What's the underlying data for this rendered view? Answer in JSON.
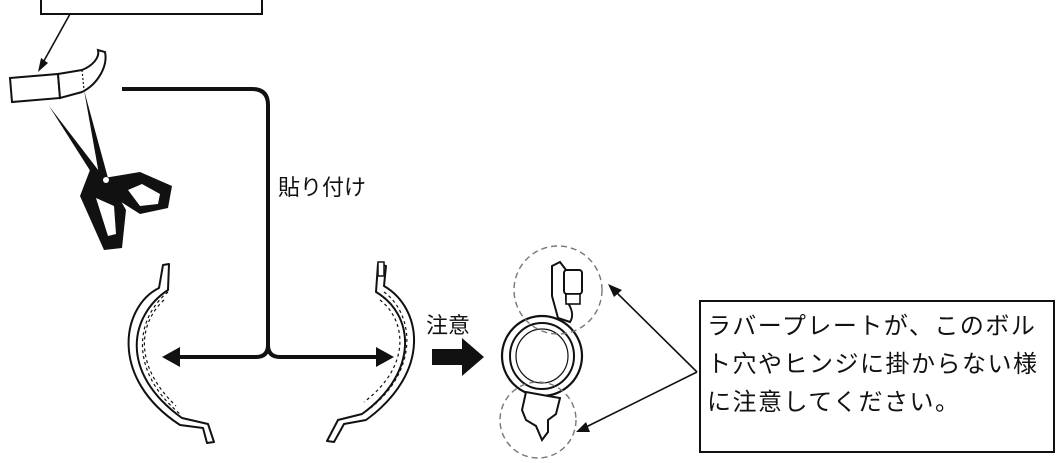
{
  "labels": {
    "paste": "貼り付け",
    "caution": "注意"
  },
  "note": {
    "lines": [
      "ラバープレートが、このボル",
      "ト穴やヒンジに掛からない様",
      "に注意してください。"
    ]
  }
}
